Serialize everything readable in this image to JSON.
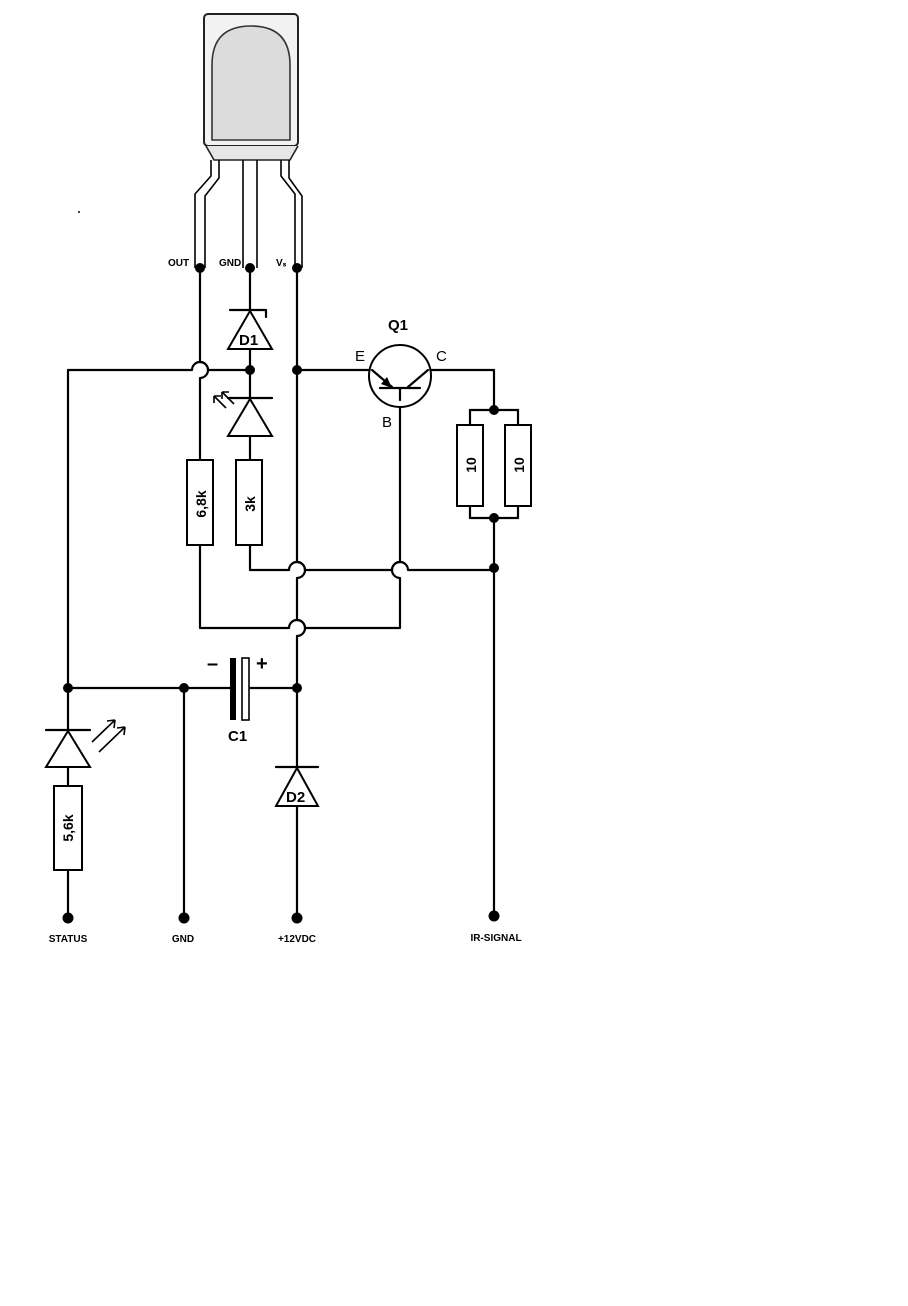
{
  "receiver": {
    "pins": {
      "out": "OUT",
      "gnd": "GND",
      "vs": "Vₛ"
    }
  },
  "components": {
    "d1": "D1",
    "d2": "D2",
    "q1": "Q1",
    "q1_emitter": "E",
    "q1_collector": "C",
    "q1_base": "B",
    "c1": "C1",
    "c1_minus": "–",
    "c1_plus": "+",
    "r_6k8": "6,8k",
    "r_3k": "3k",
    "r_10a": "10",
    "r_10b": "10",
    "r_5k6": "5,6k"
  },
  "terminals": {
    "status": "STATUS",
    "gnd": "GND",
    "v12": "+12VDC",
    "ir_signal": "IR-SIGNAL"
  }
}
